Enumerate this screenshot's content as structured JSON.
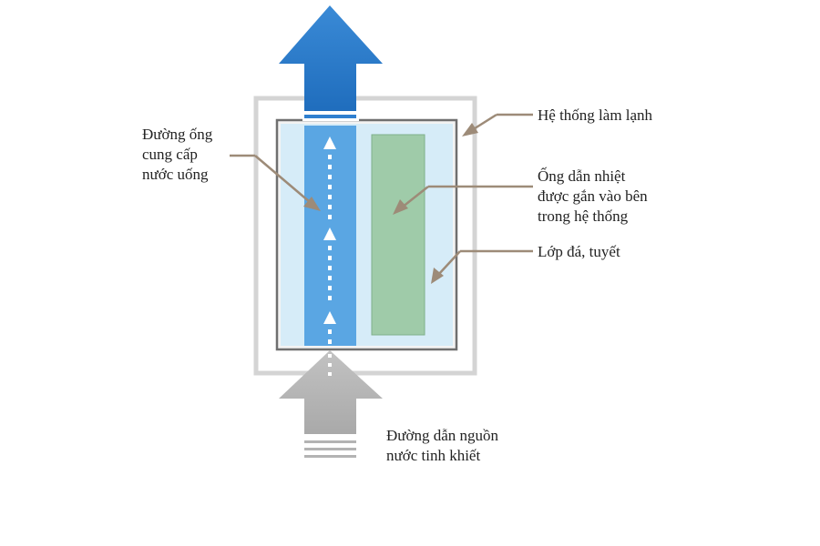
{
  "labels": {
    "pipe": "Đường ống\ncung cấp\nnước uống",
    "cooling_system": "Hệ thống làm lạnh",
    "heat_pipe": "Ống dẫn nhiệt\nđược gắn vào bên\ntrong hệ thống",
    "ice_layer": "Lớp đá, tuyết",
    "source": "Đường dẫn nguồn\nnước tinh khiết"
  },
  "colors": {
    "outflow_arrow": "#2f7fcf",
    "inflow_arrow": "#b3b3b3",
    "pipe": "#5aa6e3",
    "heat_pipe": "#9fcba9",
    "ice_layer": "#d6ecf8",
    "frame": "#d4d4d4",
    "leader_line": "#9d8b78"
  }
}
